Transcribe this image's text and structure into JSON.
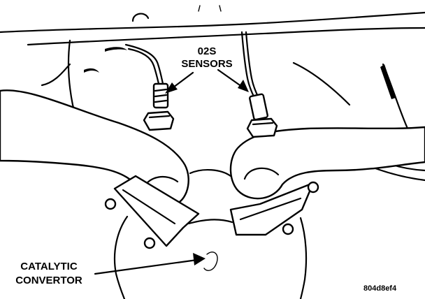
{
  "labels": {
    "sensors_line1": "02S",
    "sensors_line2": "SENSORS",
    "catalytic_line1": "CATALYTIC",
    "catalytic_line2": "CONVERTOR"
  },
  "figure_code": "804d8ef4"
}
